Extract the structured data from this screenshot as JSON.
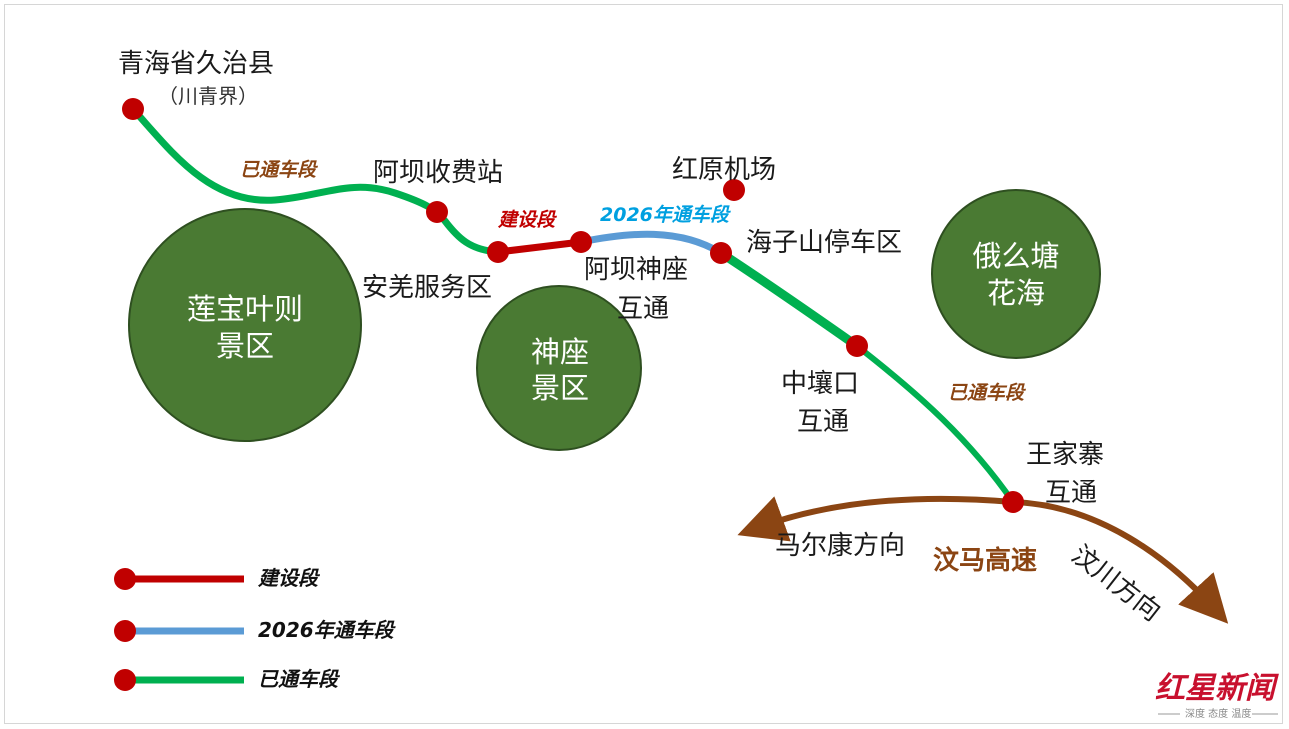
{
  "colors": {
    "construction": "#c00000",
    "open_2026": "#5b9bd5",
    "opened": "#00b050",
    "scenic_fill": "#4a7a33",
    "scenic_stroke": "#2e4f20",
    "node": "#c00000",
    "highway": "#8b4513",
    "label_brown": "#8b4513",
    "label_red": "#c00000",
    "label_blue": "#00a0e0"
  },
  "places": {
    "jiuzhi": "青海省久治县",
    "boundary": "（川青界）",
    "aba_toll": "阿坝收费站",
    "anqiang": "安羌服务区",
    "aba_shenzuo_1": "阿坝神座",
    "aba_shenzuo_2": "互通",
    "hongyuan_airport": "红原机场",
    "haizishan": "海子山停车区",
    "zhongrangkou_1": "中壤口",
    "zhongrangkou_2": "互通",
    "wangjiazhai_1": "王家寨",
    "wangjiazhai_2": "互通"
  },
  "scenic": {
    "lianbao_1": "莲宝叶则",
    "lianbao_2": "景区",
    "shenzuo_1": "神座",
    "shenzuo_2": "景区",
    "emotang_1": "俄么塘",
    "emotang_2": "花海"
  },
  "segment_labels": {
    "opened_top": "已通车段",
    "construction": "建设段",
    "open_2026": "2026年通车段",
    "opened_right": "已通车段"
  },
  "highway": {
    "name": "汶马高速",
    "west": "马尔康方向",
    "east": "汶川方向"
  },
  "legend": [
    {
      "label": "建设段",
      "color_key": "construction"
    },
    {
      "label": "2026年通车段",
      "color_key": "open_2026"
    },
    {
      "label": "已通车段",
      "color_key": "opened"
    }
  ],
  "watermark": {
    "brand": "红星新闻",
    "slogan": "深度 态度 温度"
  }
}
